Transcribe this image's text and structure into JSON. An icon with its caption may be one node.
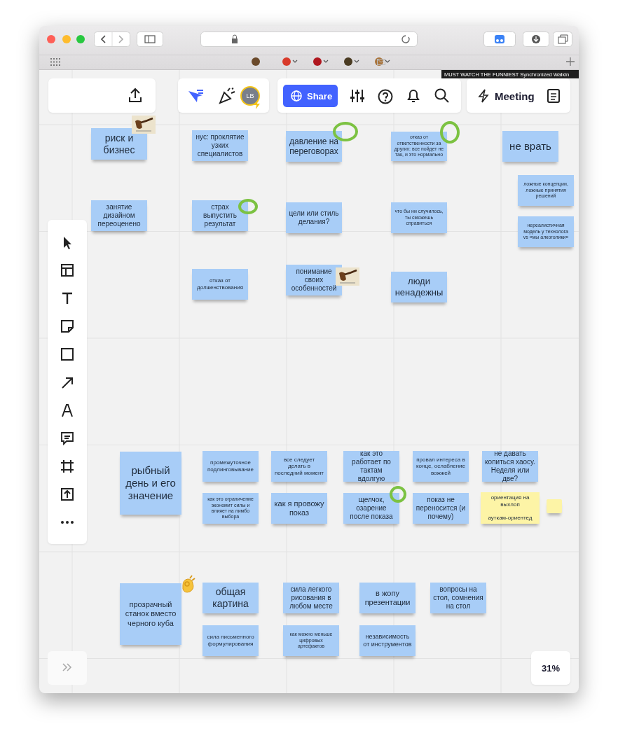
{
  "diagram": {
    "nodes": [
      {
        "text": [
          "риск и бизнес"
        ]
      },
      {
        "text": [
          "нус: проклятие узких специалистов"
        ]
      },
      {
        "text": [
          "давление на переговорах"
        ]
      },
      {
        "text": [
          "отказ от ответственности за других: все пойдет не так, и это нормально"
        ]
      },
      {
        "text": [
          "не врать"
        ]
      },
      {
        "text": [
          "занятие дизайном переоценено"
        ]
      },
      {
        "text": [
          "страх выпустить результат"
        ]
      },
      {
        "text": [
          "цели или стиль делания?"
        ]
      },
      {
        "text": [
          "что бы ни случилось, ты сможешь справиться"
        ]
      },
      {
        "text": [
          "ложные концепции, ложные принятия решений"
        ]
      },
      {
        "text": [
          "нереалистичная модель у технолога vs «мы алкоголики»"
        ]
      },
      {
        "text": [
          "отказ от долженствования"
        ]
      },
      {
        "text": [
          "понимание своих особенностей"
        ]
      },
      {
        "text": [
          "люди ненадежны"
        ]
      },
      {
        "text": [
          "рыбный день и его значение"
        ]
      },
      {
        "text": [
          "промежуточное подлинговывание"
        ]
      },
      {
        "text": [
          "все следует делать в последний момент"
        ]
      },
      {
        "text": [
          "как это работает по тактам вдолгую"
        ]
      },
      {
        "text": [
          "провал интереса в конце, ослабление вожжей"
        ]
      },
      {
        "text": [
          "не давать копиться хаосу. Неделя или две?"
        ]
      },
      {
        "text": [
          "как это ограничение экономит силы и влияет на лимбо выбора"
        ]
      },
      {
        "text": [
          "как я провожу показ"
        ]
      },
      {
        "text": [
          "щелчок, озарение после показа"
        ]
      },
      {
        "text": [
          "показ не переносится (и почему)"
        ]
      },
      {
        "text": [
          "ориентация на выхлоп",
          "ауткам-ориентед"
        ]
      },
      {
        "text": [],
        "shape": "box"
      },
      {
        "text": [
          "прозрачный станок вместо черного куба"
        ]
      },
      {
        "text": [
          "общая картина"
        ]
      },
      {
        "text": [
          "сила легкого рисования в любом месте"
        ]
      },
      {
        "text": [
          "в жопу презентации"
        ]
      },
      {
        "text": [
          "вопросы на стол, сомнения на стол"
        ]
      },
      {
        "text": [
          "сила письменного формулирования"
        ]
      },
      {
        "text": [
          "как можно меньше цифровых артефактов"
        ]
      },
      {
        "text": [
          "независимость от инструментов"
        ]
      }
    ],
    "edges": [],
    "labels": [
      "MUST WATCH THE FUNNIEST Synchronized Walkin",
      "LB",
      "Share",
      "Meeting",
      "31%"
    ]
  }
}
